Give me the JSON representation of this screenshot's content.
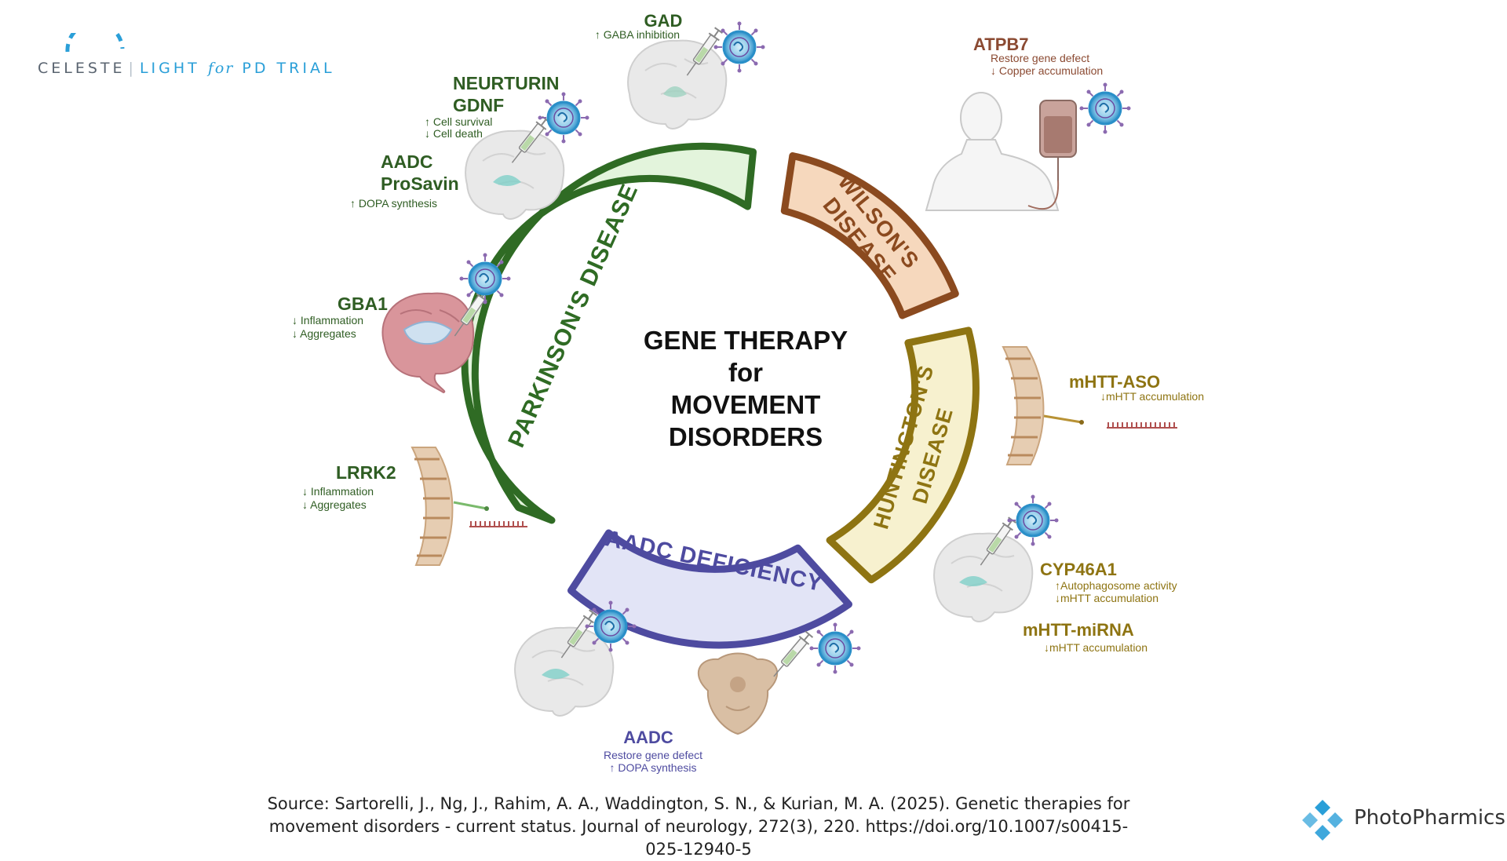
{
  "center_title": [
    "GENE THERAPY",
    "for",
    "MOVEMENT",
    "DISORDERS"
  ],
  "segments": {
    "parkinsons": {
      "label": "PARKINSON'S DISEASE",
      "color": "#2f6b24",
      "fill": "#e3f4dc"
    },
    "wilsons": {
      "line1": "WILSON'S",
      "line2": "DISEASE",
      "color": "#8b4a1f",
      "fill": "#f6d8bd"
    },
    "huntingtons": {
      "line1": "HUNTINGTON'S",
      "line2": "DISEASE",
      "color": "#8e7412",
      "fill": "#f7f1cf"
    },
    "aadc_deficiency": {
      "label": "AADC DEFICIENCY",
      "color": "#4e4ba0",
      "fill": "#e2e4f6"
    }
  },
  "therapies": {
    "gad": {
      "name": "GAD",
      "effects": [
        "↑ GABA inhibition"
      ]
    },
    "neurturin": {
      "name1": "NEURTURIN",
      "name2": "GDNF",
      "effects": [
        "↑ Cell survival",
        "↓ Cell death"
      ]
    },
    "aadc_prosavin": {
      "name1": "AADC",
      "name2": "ProSavin",
      "effects": [
        "↑ DOPA synthesis"
      ]
    },
    "gba1": {
      "name": "GBA1",
      "effects": [
        "↓ Inflammation",
        "↓ Aggregates"
      ]
    },
    "lrrk2": {
      "name": "LRRK2",
      "effects": [
        "↓ Inflammation",
        "↓ Aggregates"
      ]
    },
    "atpb7": {
      "name": "ATPB7",
      "effects": [
        "Restore gene defect",
        "↓ Copper accumulation"
      ]
    },
    "mhtt_aso": {
      "name": "mHTT-ASO",
      "effects": [
        "↓mHTT accumulation"
      ]
    },
    "cyp46a1": {
      "name": "CYP46A1",
      "effects": [
        "↑Autophagosome activity",
        "↓mHTT accumulation"
      ]
    },
    "mhtt_mirna": {
      "name": "mHTT-miRNA",
      "effects": [
        "↓mHTT accumulation"
      ]
    },
    "aadc": {
      "name": "AADC",
      "effects": [
        "Restore gene defect",
        "↑ DOPA synthesis"
      ]
    }
  },
  "source": {
    "line1": "Source: Sartorelli, J., Ng, J., Rahim, A. A., Waddington, S. N., & Kurian, M. A. (2025). Genetic therapies for",
    "line2": "movement disorders - current status. Journal of neurology, 272(3), 220. https://doi.org/10.1007/s00415-025-12940-5"
  },
  "brand": {
    "name": "CELESTE",
    "tail_1": "LIGHT",
    "tail_for": "for",
    "tail_2": "PD TRIAL"
  },
  "partner": {
    "name": "PhotoPharmics"
  },
  "colors": {
    "parkinsons_text": "#2f5d23",
    "wilsons_text": "#8b4a32",
    "huntingtons_text": "#8e7412",
    "aadc_text": "#4e4ba0",
    "virus": "#2a8fc8"
  }
}
